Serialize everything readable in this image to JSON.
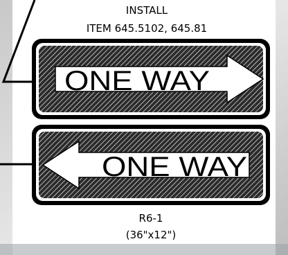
{
  "note": {
    "line1": "INSTALL",
    "line2": "ITEM 645.5102, 645.81"
  },
  "sign_top": {
    "text": "ONE WAY",
    "arrow_direction": "right"
  },
  "sign_bottom": {
    "text": "ONE WAY",
    "arrow_direction": "left"
  },
  "caption": {
    "code": "R6-1",
    "size": "(36\"x12\")"
  },
  "colors": {
    "panel": "#ffffff",
    "ink": "#000000",
    "sign_face": "#ffffff"
  }
}
